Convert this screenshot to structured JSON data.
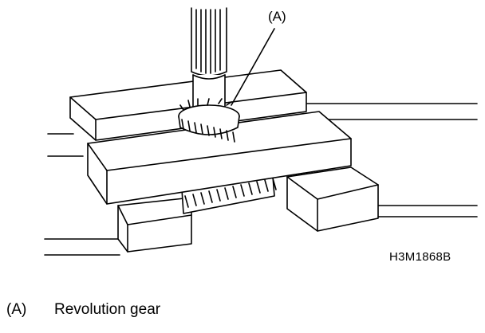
{
  "figure": {
    "callout": "(A)",
    "code": "H3M1868B"
  },
  "legend": [
    {
      "key": "(A)",
      "text": "Revolution gear"
    }
  ]
}
